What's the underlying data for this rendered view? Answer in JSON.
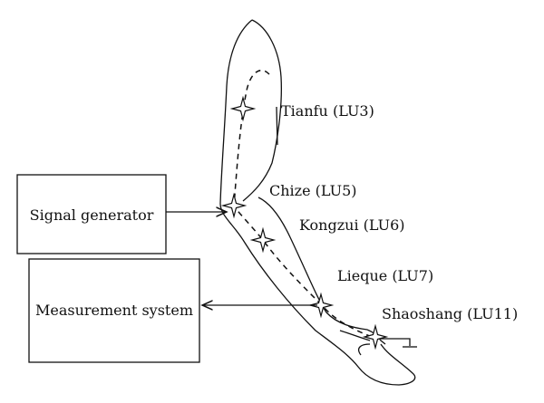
{
  "boxes": {
    "signal_generator": "Signal generator",
    "measurement_system": "Measurement system"
  },
  "points": {
    "tianfu": "Tianfu (LU3)",
    "chize": "Chize (LU5)",
    "kongzui": "Kongzui  (LU6)",
    "lieque": "Lieque (LU7)",
    "shaoshang": "Shaoshang (LU11)"
  }
}
